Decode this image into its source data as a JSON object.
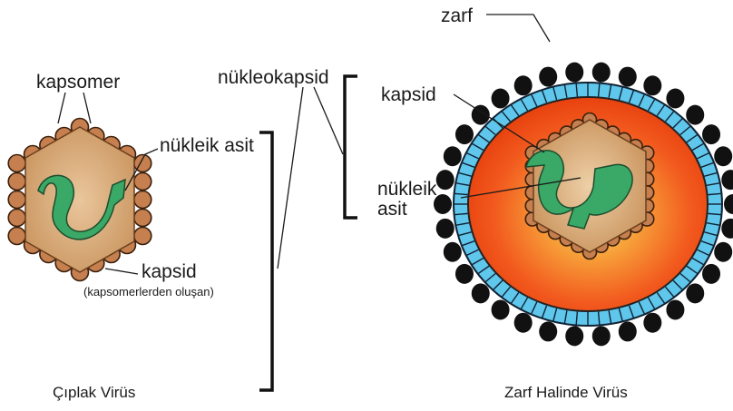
{
  "labels": {
    "kapsomer": "kapsomer",
    "nukleik_asit_left": "nükleik asit",
    "kapsid_left": "kapsid",
    "kapsid_left_note": "(kapsomerlerden oluşan)",
    "nukleokapsid": "nükleokapsid",
    "zarf": "zarf",
    "kapsid_right": "kapsid",
    "nukleik_right_line1": "nükleik",
    "nukleik_right_line2": "asit"
  },
  "captions": {
    "left": "Çıplak Virüs",
    "right": "Zarf Halinde Virüs"
  },
  "colors": {
    "capsomer_fill": "#c67f4e",
    "capsid_inner": "#d9b186",
    "nucleic_acid": "#3aa866",
    "envelope_blue": "#5fc6ec",
    "spike_black": "#111111",
    "envelope_orange": "#f04a1a"
  }
}
